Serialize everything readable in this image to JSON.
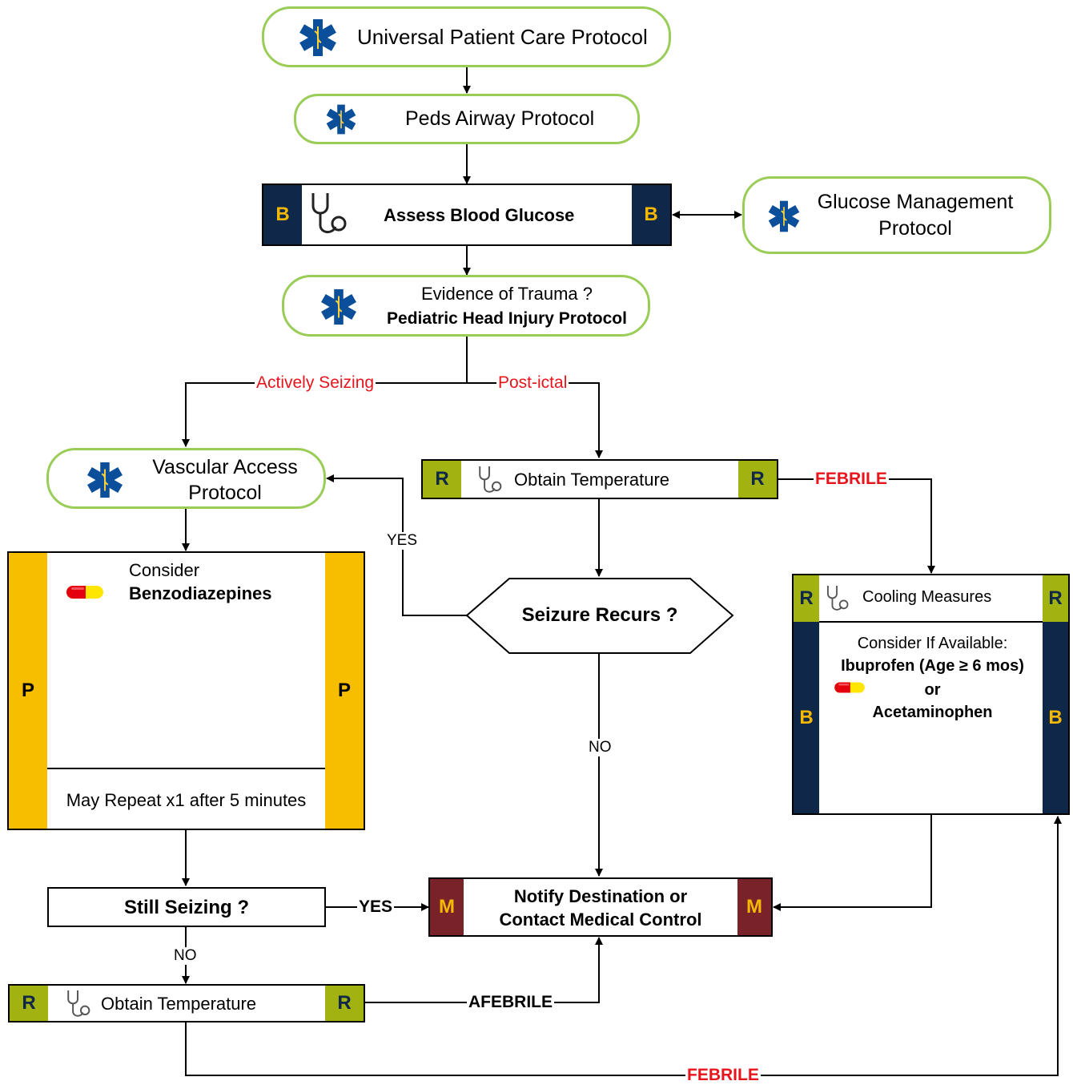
{
  "nodes": {
    "universal": "Universal Patient Care Protocol",
    "airway": "Peds Airway Protocol",
    "glucose_assess": "Assess Blood Glucose",
    "glucose_mgmt_1": "Glucose Management",
    "glucose_mgmt_2": "Protocol",
    "trauma_q": "Evidence of Trauma ?",
    "head_injury": "Pediatric Head Injury Protocol",
    "vascular_1": "Vascular Access",
    "vascular_2": "Protocol",
    "temp_top": "Obtain Temperature",
    "consider": "Consider",
    "benzo": "Benzodiazepines",
    "repeat": "May Repeat x1 after 5 minutes",
    "seizure_recurs": "Seizure Recurs ?",
    "cooling": "Cooling Measures",
    "consider_avail": "Consider If Available:",
    "ibuprofen": "Ibuprofen (Age ≥ 6 mos)",
    "or": "or",
    "acetaminophen": "Acetaminophen",
    "still_seizing": "Still Seizing ?",
    "notify_1": "Notify Destination or",
    "notify_2": "Contact Medical Control",
    "temp_bottom": "Obtain Temperature"
  },
  "badges": {
    "b": "B",
    "r": "R",
    "p": "P",
    "m": "M"
  },
  "edges": {
    "actively_seizing": "Actively Seizing",
    "post_ictal": "Post-ictal",
    "febrile": "FEBRILE",
    "yes": "YES",
    "no": "NO",
    "afebrile": "AFEBRILE"
  },
  "icons": [
    "star-of-life-icon",
    "stethoscope-icon",
    "pill-capsule-icon"
  ],
  "colors": {
    "protocol_border": "#9acd58",
    "badge_b": "#0f2749",
    "badge_r": "#a2b210",
    "badge_p": "#f7be00",
    "badge_m": "#7a2229",
    "badge_text_gold": "#f5b800",
    "edge_label_red": "#e8141c"
  }
}
